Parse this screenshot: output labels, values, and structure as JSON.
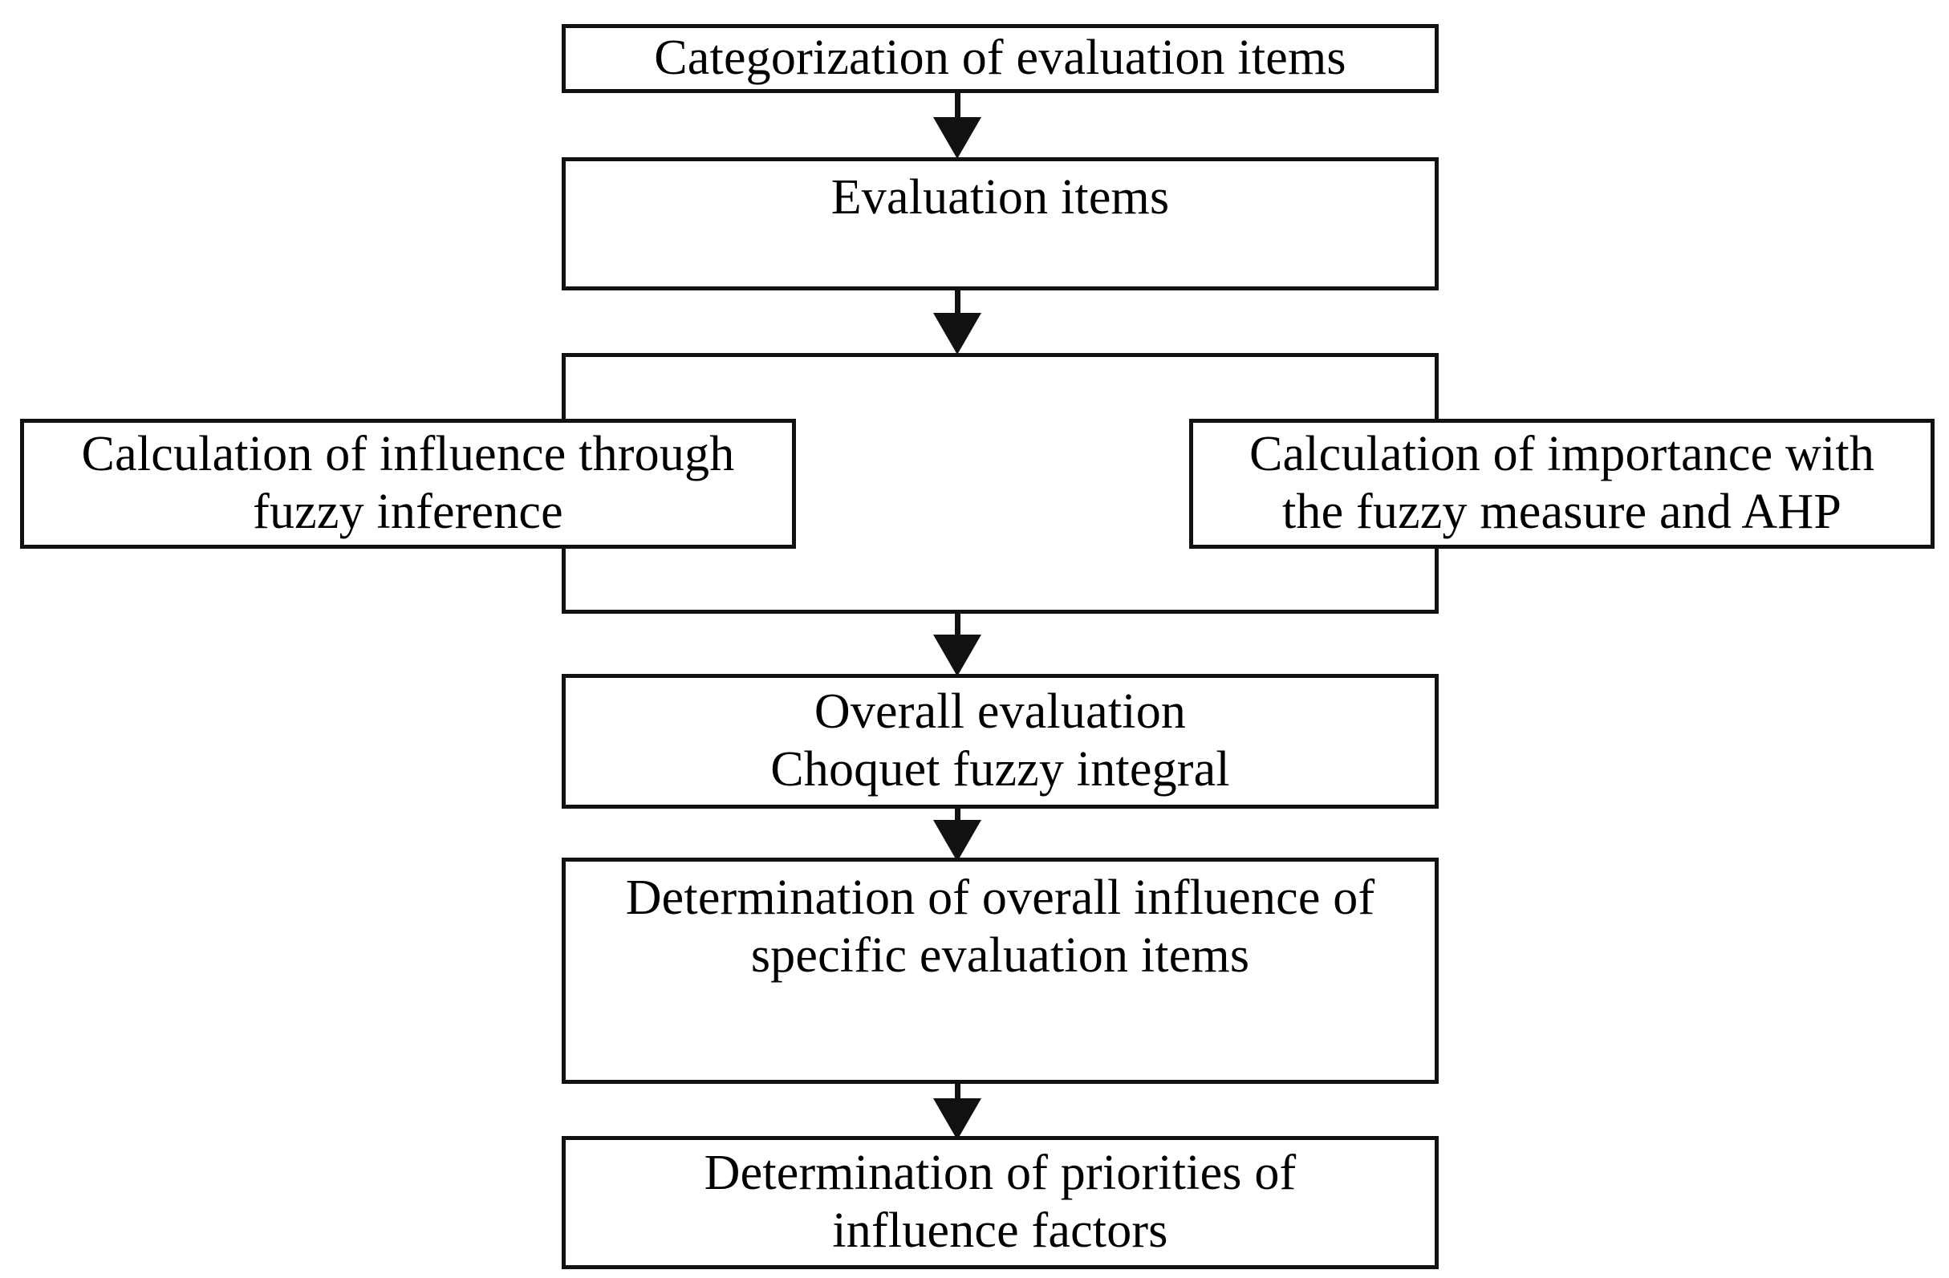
{
  "diagram": {
    "type": "flowchart",
    "title": "",
    "background_color": "#ffffff",
    "line_color": "#111111",
    "text_color": "#000000",
    "nodes": [
      {
        "id": "categorization",
        "label": "Categorization of evaluation items",
        "shape": "rectangle",
        "column": "center",
        "order": 1
      },
      {
        "id": "evaluation_items",
        "label": "Evaluation items",
        "shape": "rectangle",
        "column": "center",
        "order": 2
      },
      {
        "id": "methods_container",
        "label": "",
        "shape": "rectangle",
        "column": "center",
        "order": 3
      },
      {
        "id": "fuzzy_inference",
        "label": "Calculation of influence through\nfuzzy inference",
        "shape": "rectangle",
        "column": "left",
        "order": 3
      },
      {
        "id": "importance_ahp",
        "label": "Calculation of importance with\nthe fuzzy measure and AHP",
        "shape": "rectangle",
        "column": "right",
        "order": 3
      },
      {
        "id": "overall_evaluation",
        "label": "Overall evaluation\nChoquet fuzzy integral",
        "shape": "rectangle",
        "column": "center",
        "order": 4
      },
      {
        "id": "overall_influence",
        "label": "Determination of overall influence of\nspecific evaluation items",
        "shape": "rectangle",
        "column": "center",
        "order": 5
      },
      {
        "id": "priorities",
        "label": "Determination of priorities of\ninfluence factors",
        "shape": "rectangle",
        "column": "center",
        "order": 6
      }
    ],
    "edges": [
      {
        "id": "e1",
        "from": "categorization",
        "to": "evaluation_items",
        "style": "solid",
        "arrowhead": "filled-triangle",
        "direction": "down"
      },
      {
        "id": "e2",
        "from": "evaluation_items",
        "to": "methods_container",
        "style": "solid",
        "arrowhead": "filled-triangle",
        "direction": "down"
      },
      {
        "id": "e3",
        "from": "methods_container",
        "to": "overall_evaluation",
        "style": "solid",
        "arrowhead": "filled-triangle",
        "direction": "down"
      },
      {
        "id": "e4",
        "from": "overall_evaluation",
        "to": "overall_influence",
        "style": "solid",
        "arrowhead": "filled-triangle",
        "direction": "down"
      },
      {
        "id": "e5",
        "from": "overall_influence",
        "to": "priorities",
        "style": "solid",
        "arrowhead": "filled-triangle",
        "direction": "down"
      }
    ]
  }
}
